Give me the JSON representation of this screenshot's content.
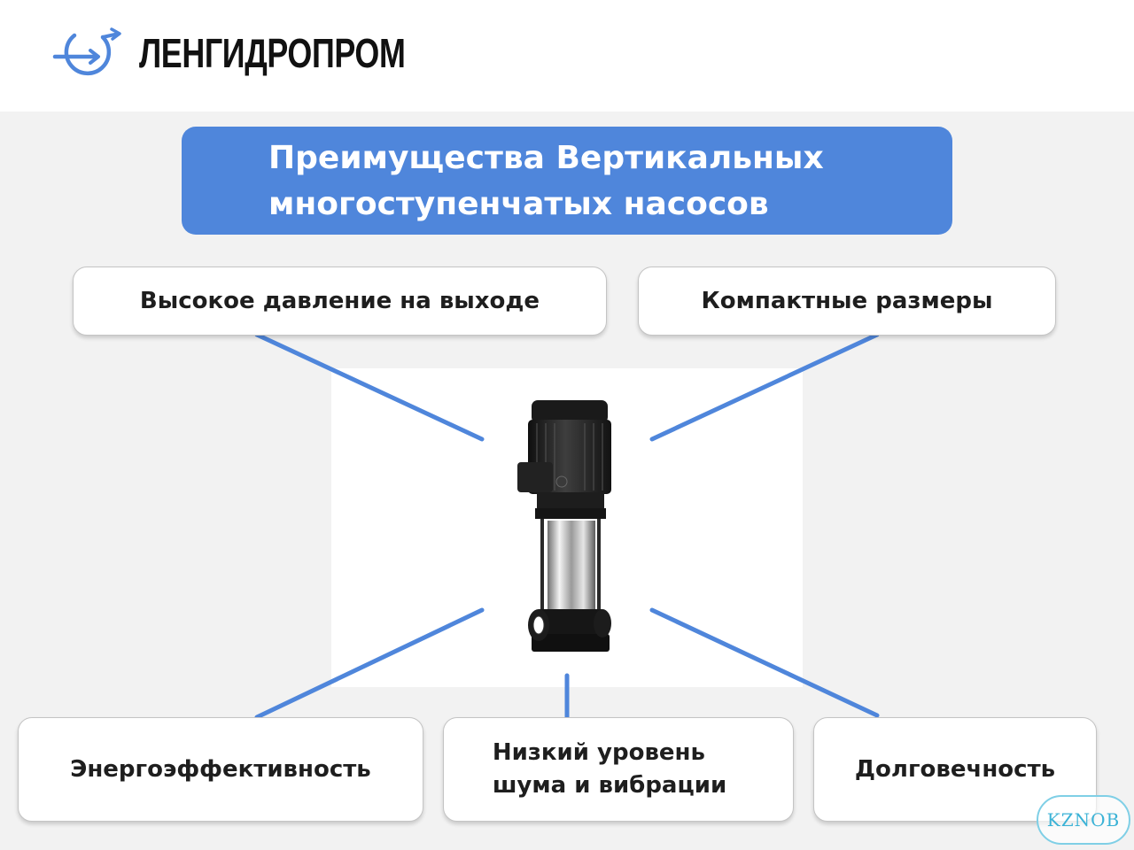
{
  "brand": {
    "name": "ЛЕНГИДРОПРОМ",
    "logo_icon": "pump-circle-arrow-icon",
    "accent_color": "#4f86db"
  },
  "title": {
    "line1": "Преимущества Вертикальных",
    "line2": "многоступенчатых насосов"
  },
  "benefits": {
    "high_pressure": "Высокое давление на выходе",
    "compact": "Компактные размеры",
    "energy": "Энергоэффективность",
    "low_noise_line1": "Низкий уровень",
    "low_noise_line2": "шума и вибрации",
    "durability": "Долговечность"
  },
  "center_image": "vertical-multistage-pump-image",
  "watermark": "KZNOB"
}
